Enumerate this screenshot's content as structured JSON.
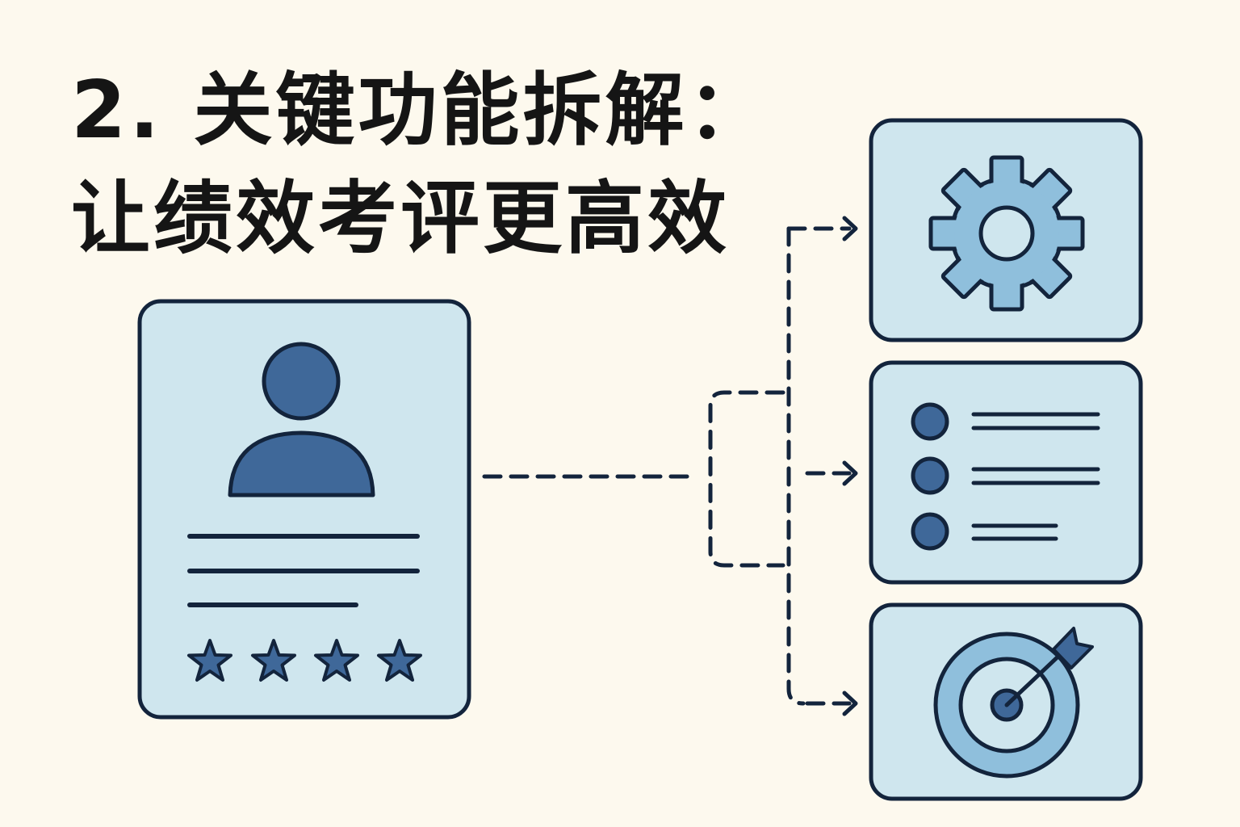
{
  "title": {
    "line1": "2. 关键功能拆解：",
    "line2": "让绩效考评更高效"
  },
  "colors": {
    "background": "#fdf9ee",
    "card_fill": "#cfe6ee",
    "outline": "#13243c",
    "accent_dark": "#3f6899",
    "accent_light": "#8fbfdc"
  },
  "diagram": {
    "source": {
      "icon": "person-icon",
      "text_lines": 3,
      "rating_stars": 4
    },
    "targets": [
      {
        "icon": "gear-icon"
      },
      {
        "icon": "checklist-icon"
      },
      {
        "icon": "target-icon"
      }
    ]
  }
}
